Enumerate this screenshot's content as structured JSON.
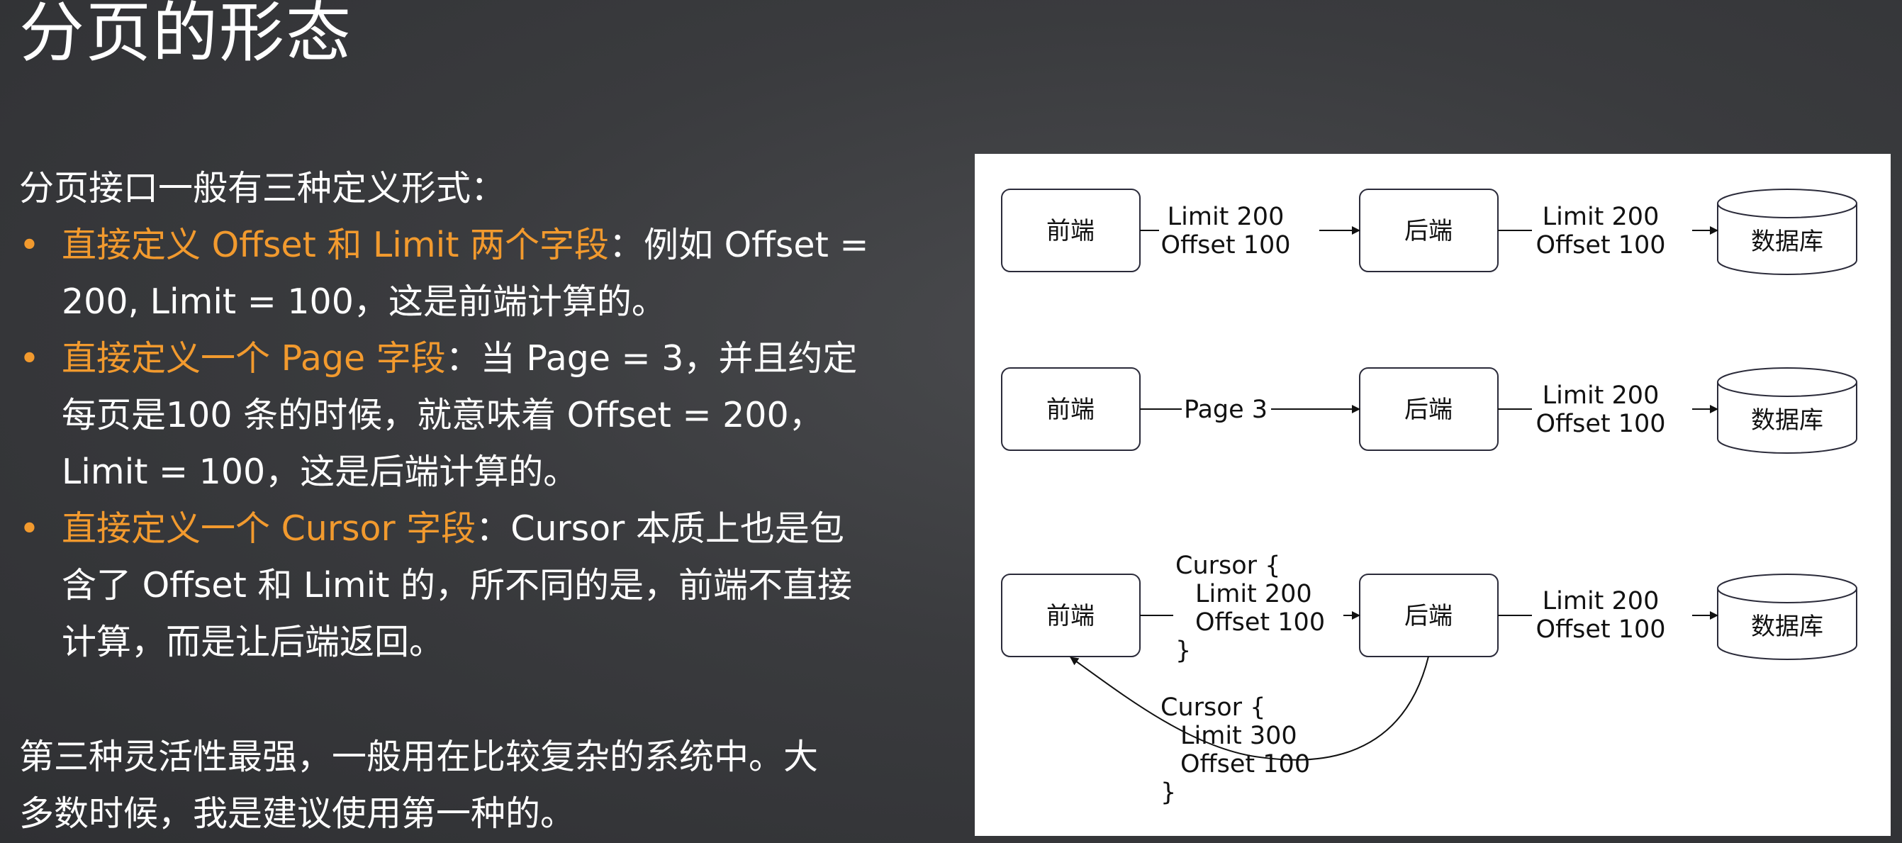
{
  "title": "分页的形态",
  "intro": "分页接口一般有三种定义形式：",
  "bullets": [
    {
      "highlight": "直接定义 Offset 和 Limit 两个字段",
      "line1_rest": "：例如 Offset =",
      "line2": "200, Limit = 100，这是前端计算的。"
    },
    {
      "highlight": "直接定义一个 Page 字段",
      "line1_rest": "：当 Page = 3，并且约定",
      "line2": "每页是100 条的时候，就意味着 Offset = 200，",
      "line3": "Limit = 100，这是后端计算的。"
    },
    {
      "highlight": "直接定义一个 Cursor 字段",
      "line1_rest": "：Cursor 本质上也是包",
      "line2": "含了 Offset 和 Limit 的，所不同的是，前端不直接",
      "line3": "计算，而是让后端返回。"
    }
  ],
  "closing": {
    "line1": "第三种灵活性最强，一般用在比较复杂的系统中。大",
    "line2": "多数时候，我是建议使用第一种的。"
  },
  "diagram": {
    "frontend": "前端",
    "backend": "后端",
    "database": "数据库",
    "row1": {
      "fe_to_be": [
        "Limit 200",
        "Offset 100"
      ],
      "be_to_db": [
        "Limit 200",
        "Offset 100"
      ]
    },
    "row2": {
      "fe_to_be": "Page 3",
      "be_to_db": [
        "Limit 200",
        "Offset 100"
      ]
    },
    "row3": {
      "fe_to_be": [
        "Cursor {",
        "Limit 200",
        "Offset 100",
        "}"
      ],
      "be_to_db": [
        "Limit 200",
        "Offset 100"
      ],
      "be_to_fe": [
        "Cursor {",
        "Limit 300",
        "Offset 100",
        "}"
      ]
    }
  },
  "colors": {
    "highlight": "#f29a2e",
    "text": "#ffffff",
    "diagram_bg": "#ffffff",
    "node_stroke": "#2b2b3a"
  }
}
